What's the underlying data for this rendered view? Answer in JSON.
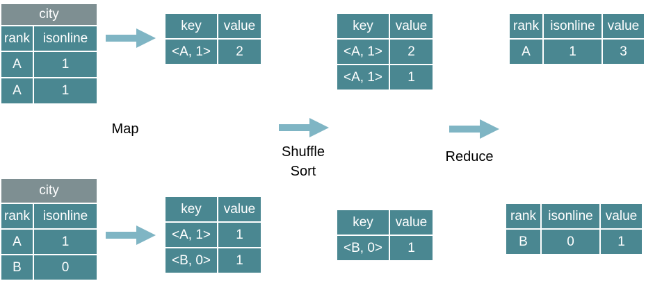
{
  "input_tables": [
    {
      "title": "city",
      "headers": [
        "rank",
        "isonline"
      ],
      "rows": [
        [
          "A",
          "1"
        ],
        [
          "A",
          "1"
        ]
      ]
    },
    {
      "title": "city",
      "headers": [
        "rank",
        "isonline"
      ],
      "rows": [
        [
          "A",
          "1"
        ],
        [
          "B",
          "0"
        ]
      ]
    }
  ],
  "map_tables": [
    {
      "headers": [
        "key",
        "value"
      ],
      "rows": [
        [
          "<A, 1>",
          "2"
        ]
      ]
    },
    {
      "headers": [
        "key",
        "value"
      ],
      "rows": [
        [
          "<A, 1>",
          "1"
        ],
        [
          "<B, 0>",
          "1"
        ]
      ]
    }
  ],
  "shuffle_tables": [
    {
      "headers": [
        "key",
        "value"
      ],
      "rows": [
        [
          "<A, 1>",
          "2"
        ],
        [
          "<A, 1>",
          "1"
        ]
      ]
    },
    {
      "headers": [
        "key",
        "value"
      ],
      "rows": [
        [
          "<B, 0>",
          "1"
        ]
      ]
    }
  ],
  "reduce_tables": [
    {
      "headers": [
        "rank",
        "isonline",
        "value"
      ],
      "rows": [
        [
          "A",
          "1",
          "3"
        ]
      ]
    },
    {
      "headers": [
        "rank",
        "isonline",
        "value"
      ],
      "rows": [
        [
          "B",
          "0",
          "1"
        ]
      ]
    }
  ],
  "labels": {
    "map": "Map",
    "shuffle_line1": "Shuffle",
    "shuffle_line2": "Sort",
    "reduce": "Reduce"
  },
  "colors": {
    "cell": "#4a8791",
    "title_cell": "#7e8f92",
    "arrow": "#7fb5c4"
  }
}
